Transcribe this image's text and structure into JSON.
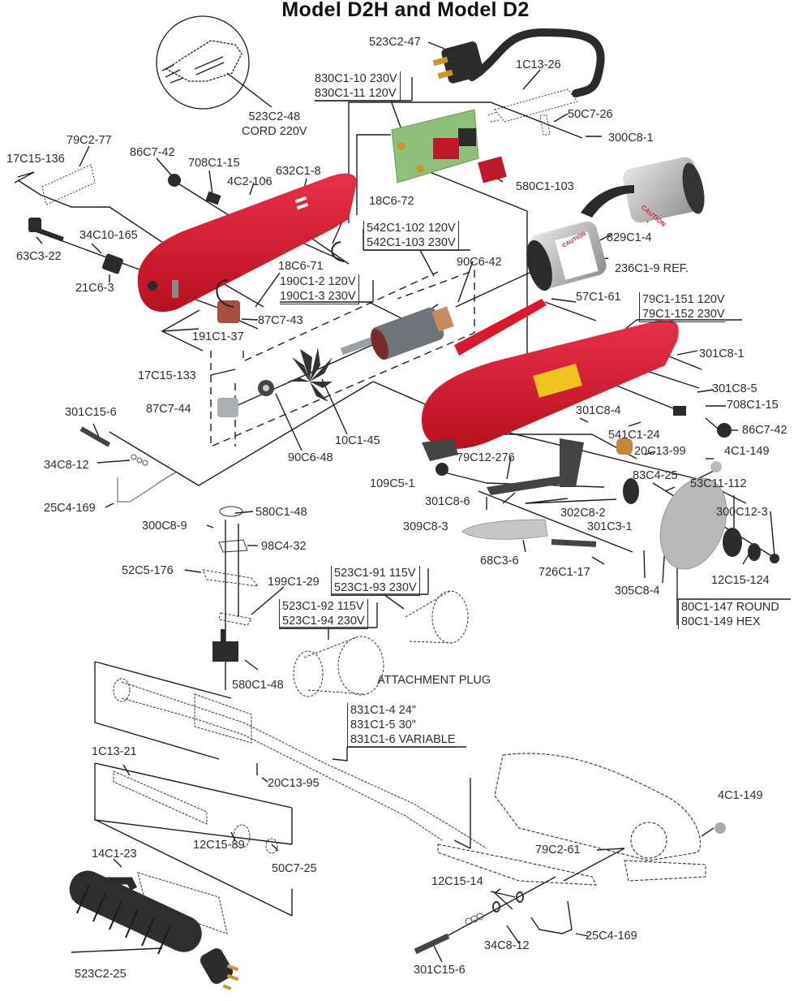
{
  "title": "Model D2H and Model D2",
  "colors": {
    "housing_red": "#d8182c",
    "line": "#1e1e1e",
    "board_green": "#8fc07a",
    "brass": "#c8962c",
    "rubber_black": "#2b2b2b",
    "metal_grey": "#b7b7b7",
    "caution_red": "#e0203a"
  },
  "labels": {
    "cord_plug_220": [
      "523C2-48",
      "CORD 220V"
    ],
    "plug_cord": "523C2-47",
    "pcb": [
      "830C1-10  230V",
      "830C1-11  120V"
    ],
    "strain_relief": "1C13-26",
    "clamp_top": "50C7-26",
    "screw_300c8_1": "300C8-1",
    "switch_580c1_103": "580C1-103",
    "bushing_829": "829C1-4",
    "caution_236": "236C1-9 REF.",
    "cover_79c2_77": "79C2-77",
    "wire_17c15_136": "17C15-136",
    "knob_86c7_42_top": "86C7-42",
    "brush_708_top": "708C1-15",
    "screw_4c2_106": "4C2-106",
    "housing_632": "632C1-8",
    "spring_18c6_72": "18C6-72",
    "field": [
      "542C1-102  120V",
      "542C1-103  230V"
    ],
    "bearing_90c6_42": "90C6-42",
    "pin_63c3_22": "63C3-22",
    "washer_34c10_165": "34C10-165",
    "spacer_21c6_3": "21C6-3",
    "spring_18c6_71": "18C6-71",
    "armature": [
      "190C1-2  120V",
      "190C1-3  230V"
    ],
    "gear_87c7_43": "87C7-43",
    "clip_191c1_37": "191C1-37",
    "label_57c1_61": "57C1-61",
    "housing_79c1": [
      "79C1-151  120V",
      "79C1-152  230V"
    ],
    "screw_301c8_1": "301C8-1",
    "screw_301c8_5": "301C8-5",
    "brush_708_right": "708C1-15",
    "knob_86c7_42_right": "86C7-42",
    "wire_17c15_133": "17C15-133",
    "worm_87c7_44": "87C7-44",
    "fan_10c1_45": "10C1-45",
    "bearing_90c6_48": "90C6-48",
    "screw_301c8_4": "301C8-4",
    "roller_541": "541C1-24",
    "screw_20c13_99": "20C13-99",
    "nut_4c1_149_top": "4C1-149",
    "bolt_301c15_6_top": "301C15-6",
    "spring_34c8_12_top": "34C8-12",
    "wire_25c4_169_top": "25C4-169",
    "bracket_79c12_276": "79C12-276",
    "knob_109c5_1": "109C5-1",
    "hub_83c4_25": "83C4-25",
    "hub_53c11_112": "53C11-112",
    "screw_301c8_6": "301C8-6",
    "screw_302c8_2": "302C8-2",
    "screw_300c12_3": "300C12-3",
    "screw_309c8_3": "309C8-3",
    "screw_301c3_1": "301C3-1",
    "foot_68c3_6": "68C3-6",
    "link_726c1_17": "726C1-17",
    "screw_305c8_4": "305C8-4",
    "washer_12c15_124": "12C15-124",
    "blade": [
      "80C1-147  ROUND",
      "80C1-149  HEX"
    ],
    "ring_580c1_48": "580C1-48",
    "screw_300c8_9": "300C8-9",
    "plate_98c4_32": "98C4-32",
    "plate_52c5_176": "52C5-176",
    "lever_199c1_29": "199C1-29",
    "plug_523c1_91": [
      "523C1-91  115V",
      "523C1-93  230V"
    ],
    "plug_523c1_92": [
      "523C1-92  115V",
      "523C1-94  230V"
    ],
    "toggle_580c1_48": "580C1-48",
    "attachment_plug": "ATTACHMENT PLUG",
    "handle_831": [
      "831C1-4  24\"",
      "831C1-5  30\"",
      "831C1-6  VARIABLE"
    ],
    "tube_1c13_21": "1C13-21",
    "screw_20c13_95": "20C13-95",
    "washer_12c15_89": "12C15-89",
    "clamp_50c7_25": "50C7-25",
    "nut_4c1_149_bottom": "4C1-149",
    "label_79c2_61": "79C2-61",
    "washer_12c15_14": "12C15-14",
    "cord_14c1_23": "14C1-23",
    "spring_34c8_12_bottom": "34C8-12",
    "wire_25c4_169_bottom": "25C4-169",
    "bolt_301c15_6_bottom": "301C15-6",
    "plug_523c2_25": "523C2-25"
  }
}
